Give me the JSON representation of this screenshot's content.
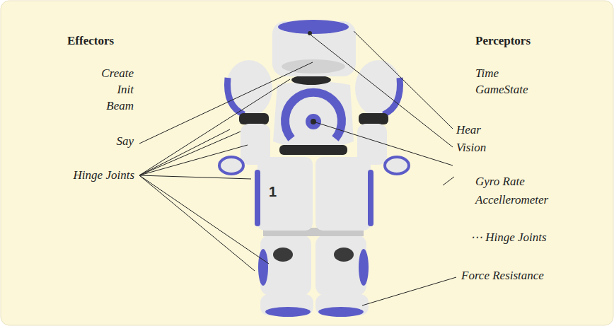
{
  "diagram": {
    "labels": [
      "Effectors",
      "Create",
      "Init",
      "Beam",
      "Say",
      "Hinge Joints",
      "Perceptors",
      "Time",
      "GameState",
      "Hear",
      "Vision",
      "Gyro Rate",
      "Accellerometer",
      "⋯ Hinge Joints",
      "Force Resistance",
      "1"
    ]
  }
}
